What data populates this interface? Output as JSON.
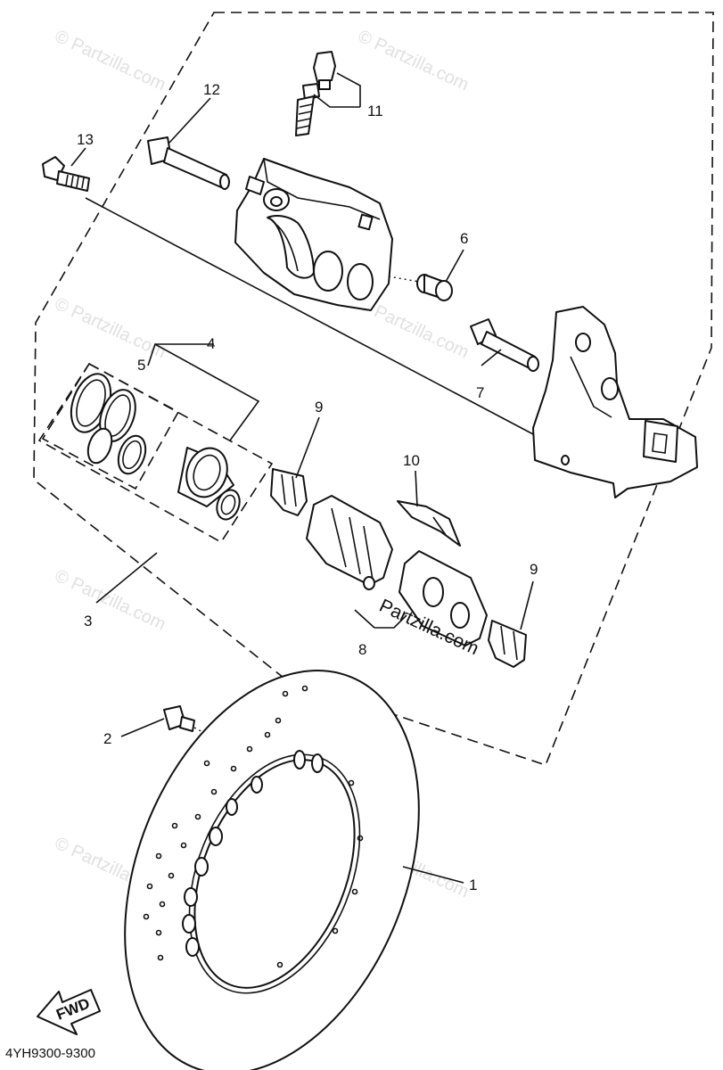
{
  "diagram": {
    "callouts": {
      "c1": "1",
      "c2": "2",
      "c3": "3",
      "c4": "4",
      "c5": "5",
      "c6": "6",
      "c7": "7",
      "c8": "8",
      "c9a": "9",
      "c9b": "9",
      "c10": "10",
      "c11": "11",
      "c12": "12",
      "c13": "13"
    },
    "fwd_label": "FWD",
    "diagram_code": "4YH9300-9300",
    "center_watermark": "Partzilla.com",
    "watermark_text": "© Partzilla.com"
  }
}
